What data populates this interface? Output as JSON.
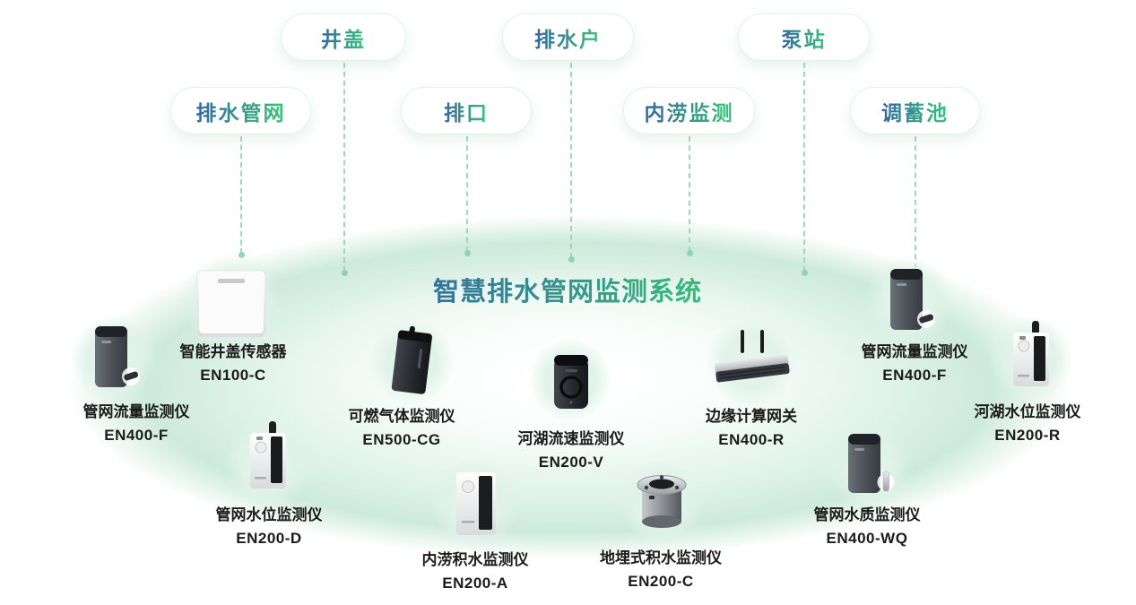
{
  "title": "智慧排水管网监测系统",
  "pills": {
    "row1": [
      {
        "label": "井盖"
      },
      {
        "label": "排水户"
      },
      {
        "label": "泵站"
      }
    ],
    "row2": [
      {
        "label": "排水管网"
      },
      {
        "label": "排口"
      },
      {
        "label": "内涝监测"
      },
      {
        "label": "调蓄池"
      }
    ]
  },
  "devices": [
    {
      "name": "管网流量监测仪",
      "model": "EN400-F"
    },
    {
      "name": "智能井盖传感器",
      "model": "EN100-C"
    },
    {
      "name": "可燃气体监测仪",
      "model": "EN500-CG"
    },
    {
      "name": "河湖流速监测仪",
      "model": "EN200-V"
    },
    {
      "name": "边缘计算网关",
      "model": "EN400-R"
    },
    {
      "name": "管网流量监测仪",
      "model": "EN400-F"
    },
    {
      "name": "河湖水位监测仪",
      "model": "EN200-R"
    },
    {
      "name": "管网水位监测仪",
      "model": "EN200-D"
    },
    {
      "name": "内涝积水监测仪",
      "model": "EN200-A"
    },
    {
      "name": "地埋式积水监测仪",
      "model": "EN200-C"
    },
    {
      "name": "管网水质监测仪",
      "model": "EN400-WQ"
    }
  ],
  "colors": {
    "text_gradient_start": "#33679f",
    "text_gradient_end": "#35c878",
    "dashed_line": "#9fd6c0",
    "ellipse_green": "#cdeadb",
    "label_text": "#1b1b1b"
  }
}
